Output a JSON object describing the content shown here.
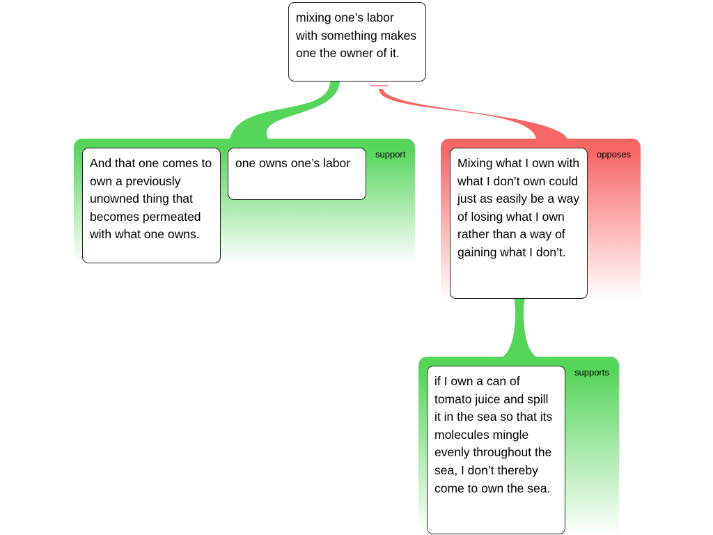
{
  "colors": {
    "support": "#55d55a",
    "oppose": "#f86767"
  },
  "root": {
    "text": "mixing one’s labor with something makes one the owner of it."
  },
  "support_group": {
    "label": "support",
    "claims": [
      {
        "text": "And that one comes to own a previously unowned thing that becomes permeated with what one owns."
      },
      {
        "text": "one owns one’s labor"
      }
    ]
  },
  "oppose_group": {
    "label": "opposes",
    "claims": [
      {
        "text": "Mixing what I own with what I don’t own could just as easily be a way of losing what I own rather than a way of gaining what I don’t."
      }
    ]
  },
  "support_group_2": {
    "label": "supports",
    "claims": [
      {
        "text": "if I own a can of tomato juice and spill it in the sea so that its molecules mingle evenly throughout the sea, I don’t thereby come to own the sea."
      }
    ]
  }
}
